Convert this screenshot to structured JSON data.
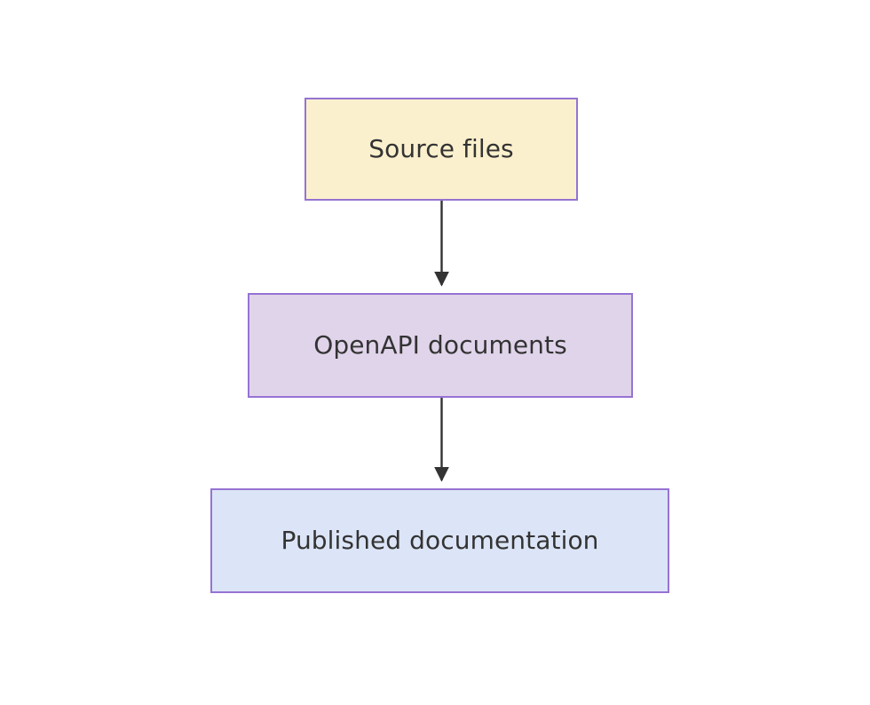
{
  "diagram": {
    "type": "flowchart",
    "direction": "top-down",
    "background_color": "#ffffff",
    "nodes": [
      {
        "id": "source-files",
        "label": "Source files",
        "fill_color": "#fbf0cd",
        "border_color": "#9673d3",
        "text_color": "#333333"
      },
      {
        "id": "openapi-documents",
        "label": "OpenAPI documents",
        "fill_color": "#e0d4ea",
        "border_color": "#9673d3",
        "text_color": "#333333"
      },
      {
        "id": "published-documentation",
        "label": "Published documentation",
        "fill_color": "#dce5f7",
        "border_color": "#9673d3",
        "text_color": "#333333"
      }
    ],
    "edges": [
      {
        "id": "edge-source-to-openapi",
        "from": "source-files",
        "to": "openapi-documents",
        "label": "",
        "stroke_color": "#333333",
        "arrowhead": "triangle"
      },
      {
        "id": "edge-openapi-to-published",
        "from": "openapi-documents",
        "to": "published-documentation",
        "label": "",
        "stroke_color": "#333333",
        "arrowhead": "triangle"
      }
    ]
  }
}
